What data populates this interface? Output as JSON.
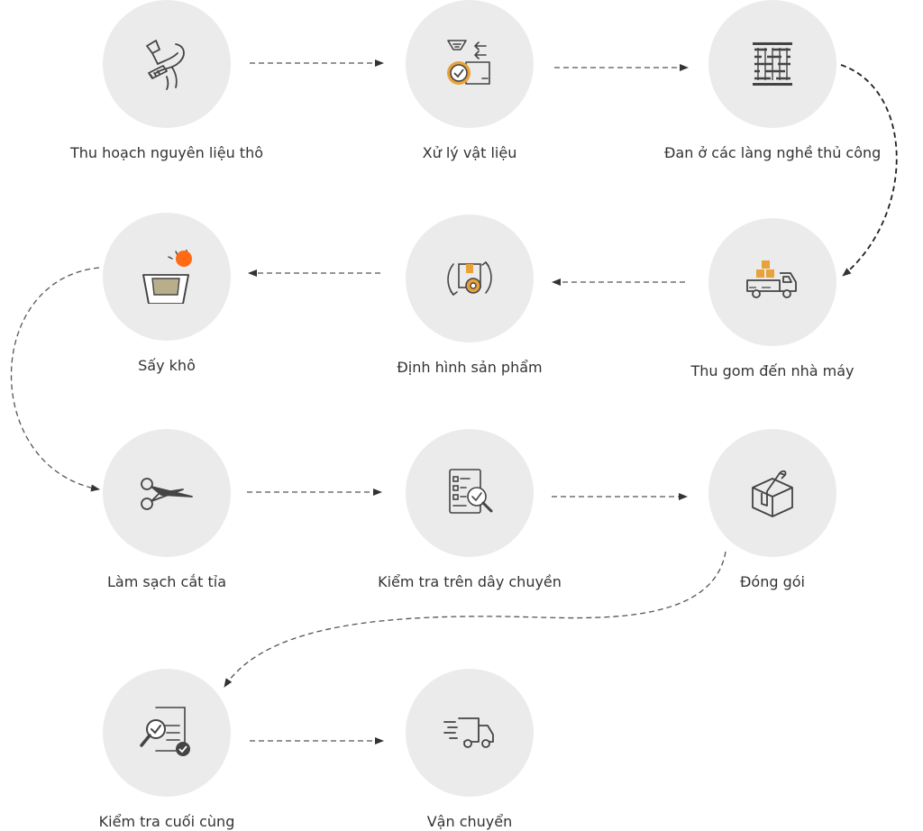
{
  "colors": {
    "circle": "#ebebeb",
    "text": "#333333",
    "icon": "#444444",
    "accent": "#e8a23a",
    "sun": "#ff6a13",
    "arrow": "#333333"
  },
  "steps": [
    {
      "label": "Thu hoạch nguyên liệu thô",
      "icon": "hand-harvest-icon"
    },
    {
      "label": "Xử lý vật liệu",
      "icon": "material-processing-icon"
    },
    {
      "label": "Đan ở các làng nghề thủ công",
      "icon": "weaving-pattern-icon"
    },
    {
      "label": "Thu gom đến nhà máy",
      "icon": "delivery-truck-boxes-icon"
    },
    {
      "label": "Định hình sản phẩm",
      "icon": "product-shaping-icon"
    },
    {
      "label": "Sấy khô",
      "icon": "sun-drying-tray-icon"
    },
    {
      "label": "Làm sạch cắt tỉa",
      "icon": "scissors-icon"
    },
    {
      "label": "Kiểm tra trên dây chuyền",
      "icon": "checklist-magnifier-icon"
    },
    {
      "label": "Đóng gói",
      "icon": "package-box-icon"
    },
    {
      "label": "Kiểm tra cuối cùng",
      "icon": "final-inspection-icon"
    },
    {
      "label": "Vận chuyển",
      "icon": "fast-shipping-truck-icon"
    }
  ]
}
